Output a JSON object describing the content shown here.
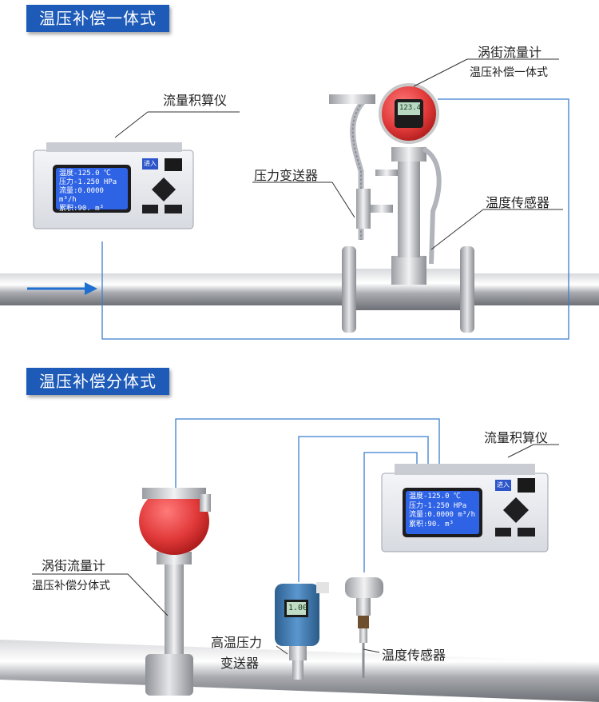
{
  "section1": {
    "title": "温压补偿一体式",
    "labels": {
      "totalizer": "流量积算仪",
      "flowmeter_line1": "涡街流量计",
      "flowmeter_line2": "温压补偿一体式",
      "pressure": "压力变送器",
      "temperature": "温度传感器"
    },
    "display": {
      "line1": "温度-125.0  ℃",
      "line2": "压力-1.250  HPa",
      "line3": "流量:0.0000 m³/h",
      "line4": "累积:90.   m³"
    },
    "flowmeter_screen": "123.4",
    "keypad_top_label": "进入"
  },
  "section2": {
    "title": "温压补偿分体式",
    "labels": {
      "totalizer": "流量积算仪",
      "flowmeter_line1": "涡街流量计",
      "flowmeter_line2": "温压补偿分体式",
      "pressure_line1": "高温压力",
      "pressure_line2": "变送器",
      "temperature": "温度传感器"
    },
    "display": {
      "line1": "温度-125.0  ℃",
      "line2": "压力-1.250  HPa",
      "line3": "流量:0.0000 m³/h",
      "line4": "累积:90.   m³"
    },
    "transmitter_screen": "1.00",
    "keypad_top_label": "进入"
  },
  "colors": {
    "title_bg": "#1e5bb8",
    "signal_line": "#3a7ecf",
    "flow_arrow": "#1e6fd0",
    "flowmeter_red": "#e23a3a",
    "transmitter_blue": "#3f7fb7"
  }
}
